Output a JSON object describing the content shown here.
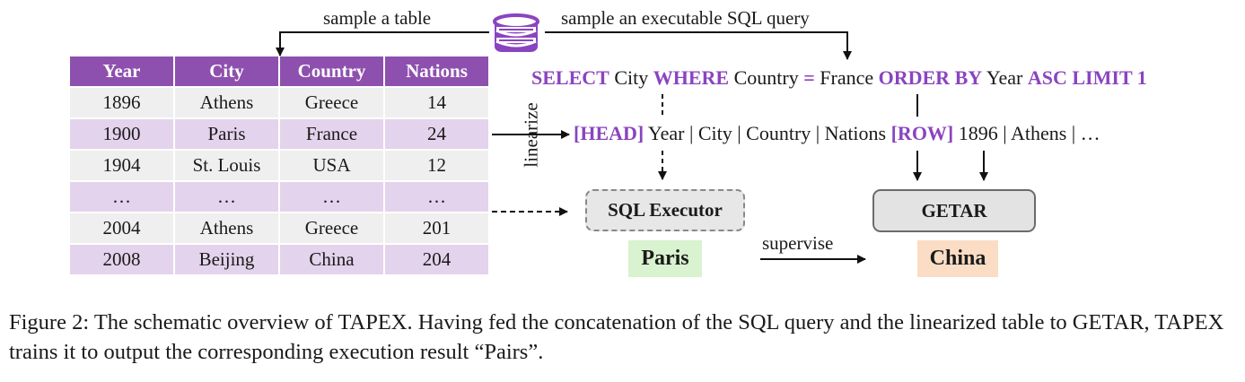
{
  "labels": {
    "sample_table": "sample a table",
    "sample_query": "sample an executable SQL query",
    "linearize": "linearize",
    "supervise": "supervise"
  },
  "table": {
    "headers": [
      "Year",
      "City",
      "Country",
      "Nations"
    ],
    "rows": [
      [
        "1896",
        "Athens",
        "Greece",
        "14"
      ],
      [
        "1900",
        "Paris",
        "France",
        "24"
      ],
      [
        "1904",
        "St. Louis",
        "USA",
        "12"
      ],
      [
        "…",
        "…",
        "…",
        "…"
      ],
      [
        "2004",
        "Athens",
        "Greece",
        "201"
      ],
      [
        "2008",
        "Beijing",
        "China",
        "204"
      ]
    ]
  },
  "sql": {
    "select_kw": "SELECT",
    "col": "City",
    "where_kw": "WHERE",
    "cond_col": "Country",
    "eq": "=",
    "cond_val": "France",
    "order_kw": "ORDER BY",
    "order_col": "Year",
    "asc_kw": "ASC LIMIT 1"
  },
  "linearized": {
    "head_tok": "[HEAD]",
    "head_text": "Year | City | Country | Nations",
    "row_tok": "[ROW]",
    "row_text": "1896 | Athens | …"
  },
  "boxes": {
    "executor": "SQL Executor",
    "getar": "GETAR",
    "exec_result": "Paris",
    "model_output": "China"
  },
  "caption": {
    "text": "Figure 2: The schematic overview of TAPEX. Having fed the concatenation of the SQL query and the linearized table to GETAR, TAPEX trains it to output the corresponding execution result “Pairs”."
  },
  "colors": {
    "header_purple": "#8e50ae",
    "keyword_purple": "#8a44c0",
    "row_gray": "#efefef",
    "row_lilac": "#e4d3ec",
    "paris_green": "#d9f2cf",
    "china_peach": "#fbdcc4"
  },
  "icons": [
    "database-icon"
  ]
}
